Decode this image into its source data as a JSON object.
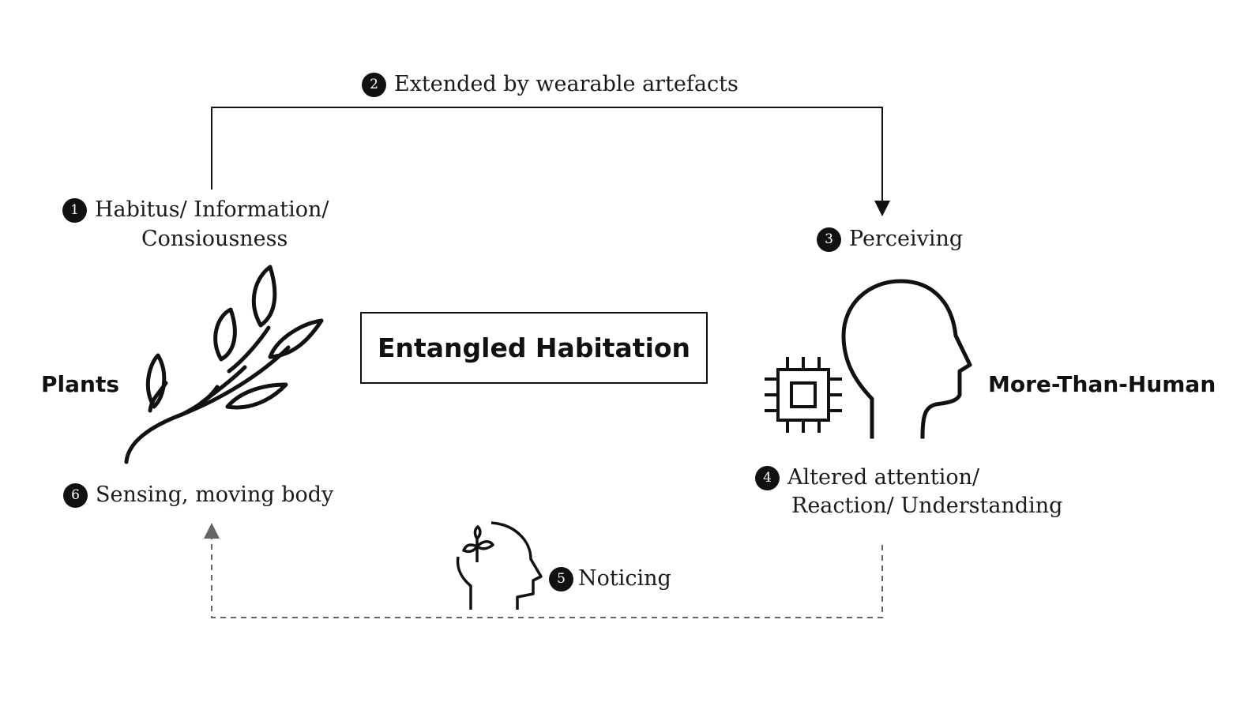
{
  "title": "Entangled Habitation",
  "left_entity": "Plants",
  "right_entity": "More-Than-Human",
  "steps": [
    {
      "num": "1",
      "line1": "Habitus/ Information/",
      "line2": "Consiousness"
    },
    {
      "num": "2",
      "text": "Extended by wearable artefacts"
    },
    {
      "num": "3",
      "text": "Perceiving"
    },
    {
      "num": "4",
      "line1": "Altered attention/",
      "line2": "Reaction/ Understanding"
    },
    {
      "num": "5",
      "text": "Noticing"
    },
    {
      "num": "6",
      "text": "Sensing, moving body"
    }
  ],
  "icons": [
    "plant-branch-icon",
    "chip-icon",
    "human-head-icon",
    "head-with-sprout-icon"
  ],
  "colors": {
    "ink": "#111111",
    "dashed": "#666666"
  }
}
